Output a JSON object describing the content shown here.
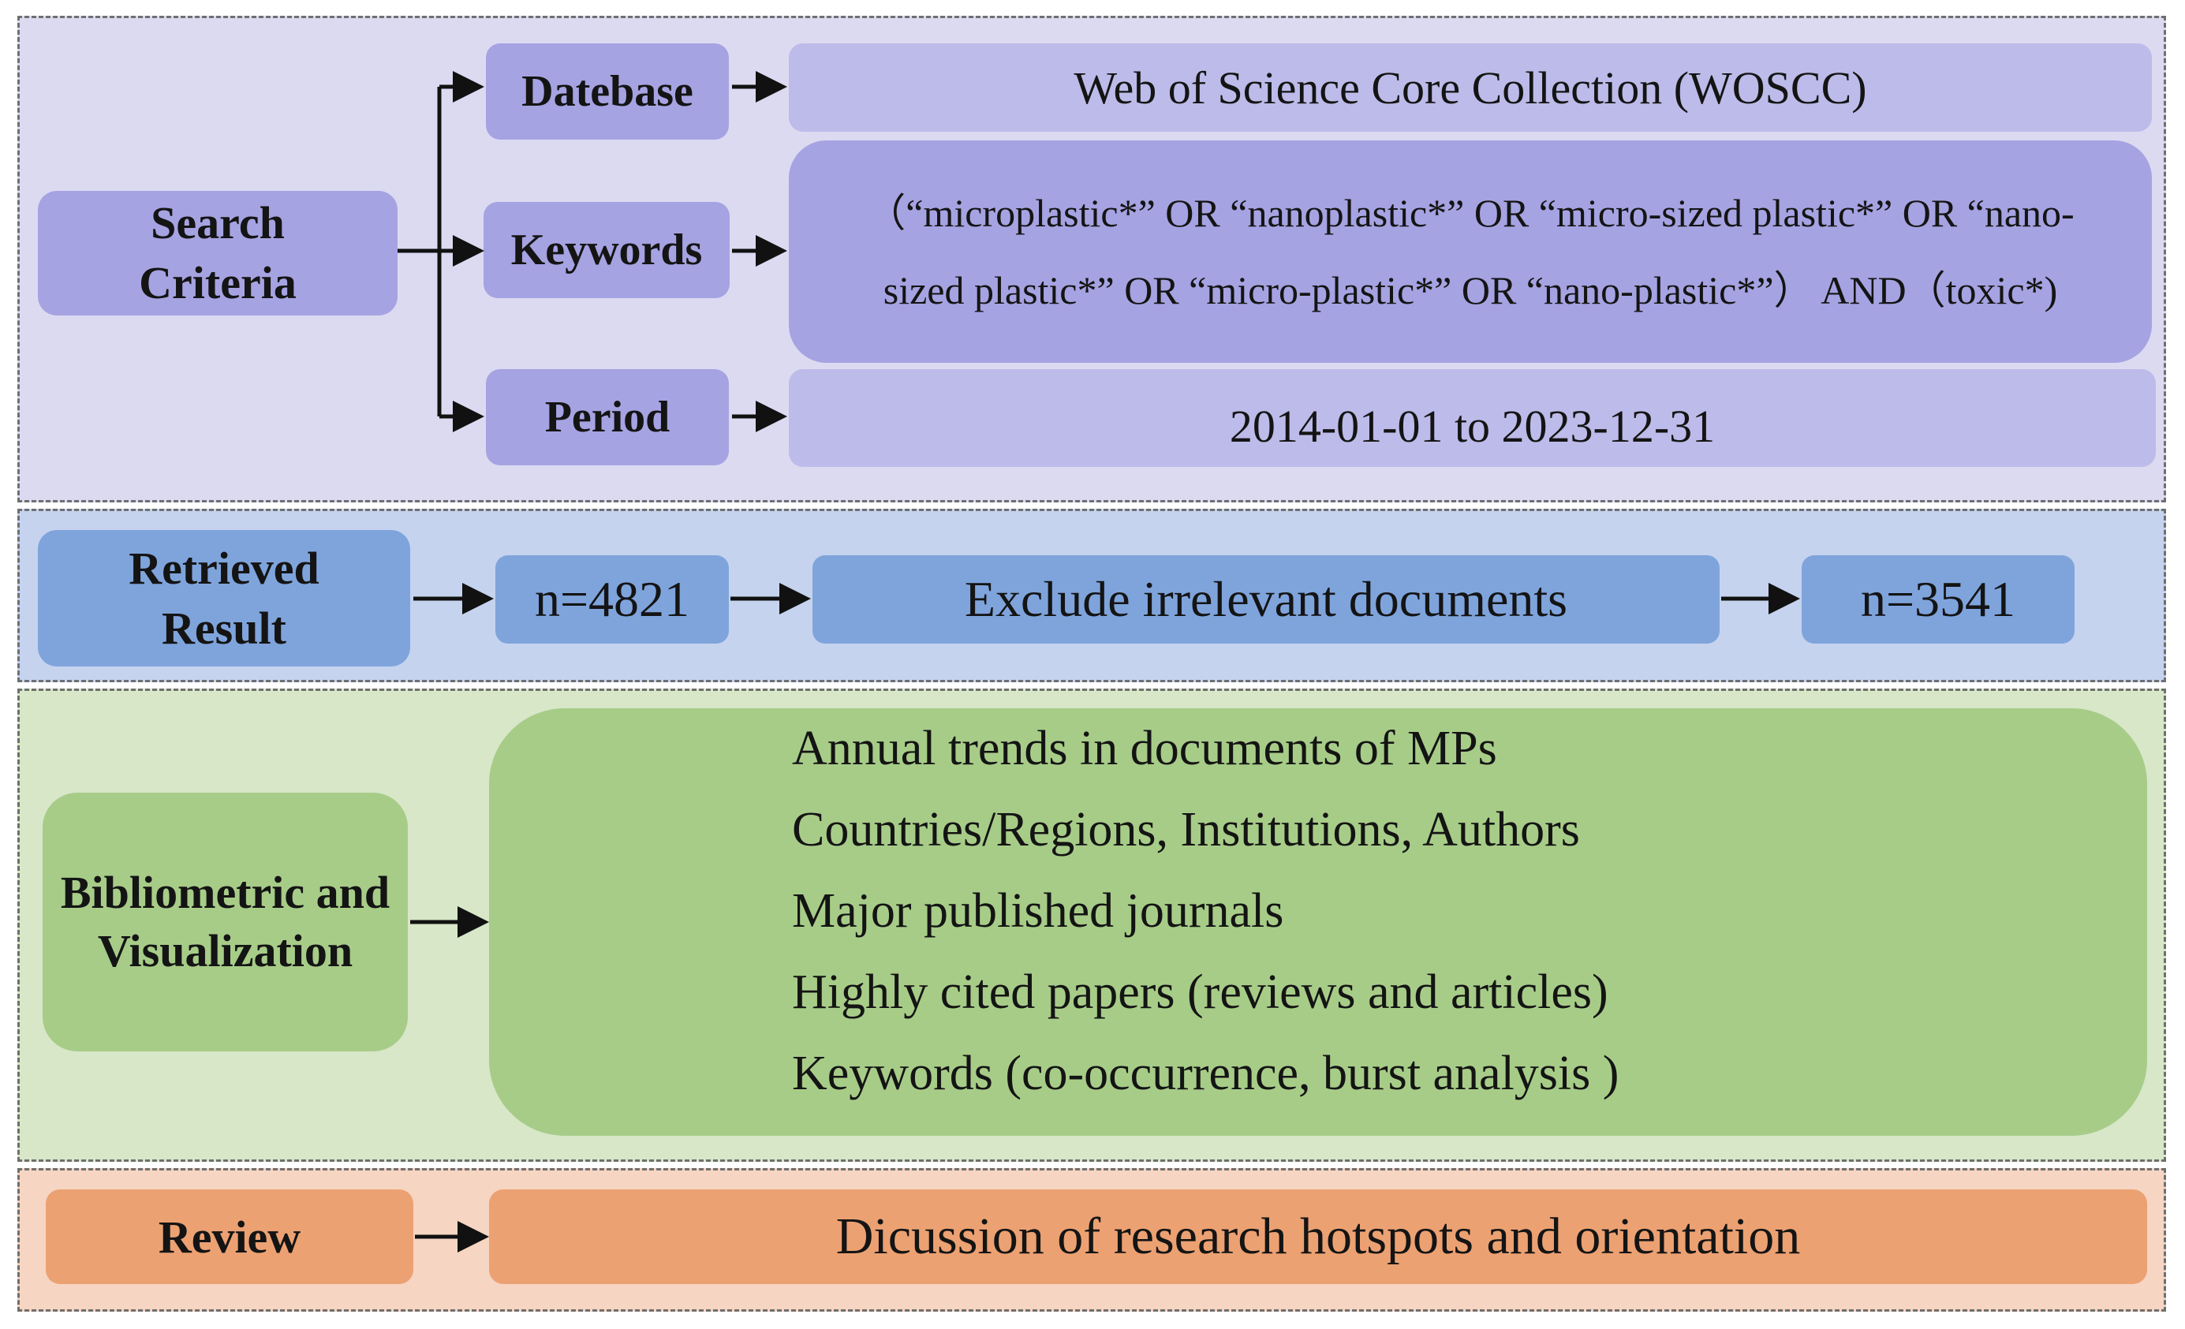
{
  "search": {
    "label": "Search\nCriteria",
    "database": {
      "label": "Datebase",
      "value": "Web of Science Core Collection (WOSCC)"
    },
    "keywords": {
      "label": "Keywords",
      "line1": "（“microplastic*” OR “nanoplastic*” OR “micro-sized plastic*” OR “nano-",
      "line2": "sized plastic*” OR “micro-plastic*” OR “nano-plastic*”） AND（toxic*)"
    },
    "period": {
      "label": "Period",
      "value": "2014-01-01 to 2023-12-31"
    }
  },
  "retrieved": {
    "label": "Retrieved\nResult",
    "initial_count": "n=4821",
    "step": "Exclude irrelevant documents",
    "final_count": "n=3541"
  },
  "bibliometric": {
    "label": "Bibliometric and\nVisualization",
    "items": [
      "Annual trends in documents of MPs",
      "Countries/Regions, Institutions, Authors",
      "Major published journals",
      "Highly cited papers (reviews and articles)",
      "Keywords (co-occurrence, burst analysis )"
    ]
  },
  "review": {
    "label": "Review",
    "value": "Dicussion of research hotspots and orientation"
  },
  "colors": {
    "search_bg": "#dcdaf1",
    "search_box": "#a6a3e2",
    "search_value_box": "#bdbbe9",
    "retrieved_bg": "#c5d3ee",
    "retrieved_box": "#7fa4dc",
    "bibliometric_bg": "#d7e7c8",
    "bibliometric_box": "#a7cc88",
    "review_bg": "#f6d5c3",
    "review_box": "#eca172"
  }
}
